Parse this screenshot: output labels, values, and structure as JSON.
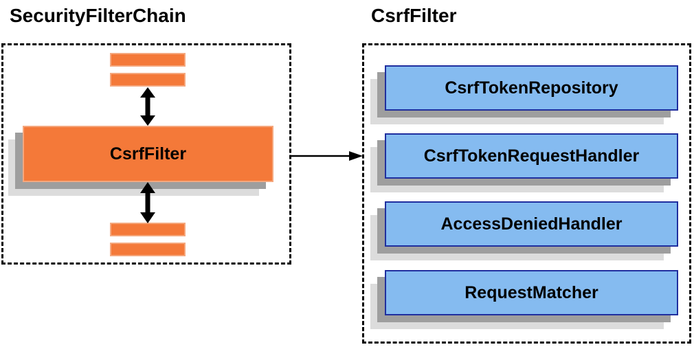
{
  "diagram": {
    "left": {
      "title": "SecurityFilterChain",
      "node_label": "CsrfFilter"
    },
    "right": {
      "title": "CsrfFilter",
      "components": [
        "CsrfTokenRepository",
        "CsrfTokenRequestHandler",
        "AccessDeniedHandler",
        "RequestMatcher"
      ]
    }
  },
  "icons": {
    "bidirectional_arrow_icon": "↕",
    "connector_arrow_icon": "→"
  },
  "colors": {
    "orange_fill": "#F47939",
    "orange_border": "#F5A87E",
    "blue_fill": "#85BBF0",
    "blue_border": "#1F2E9E",
    "shadow_mid": "#9E9E9E",
    "shadow_light": "#DCDCDC",
    "arrow_color": "#000000",
    "ink": "#000000"
  }
}
